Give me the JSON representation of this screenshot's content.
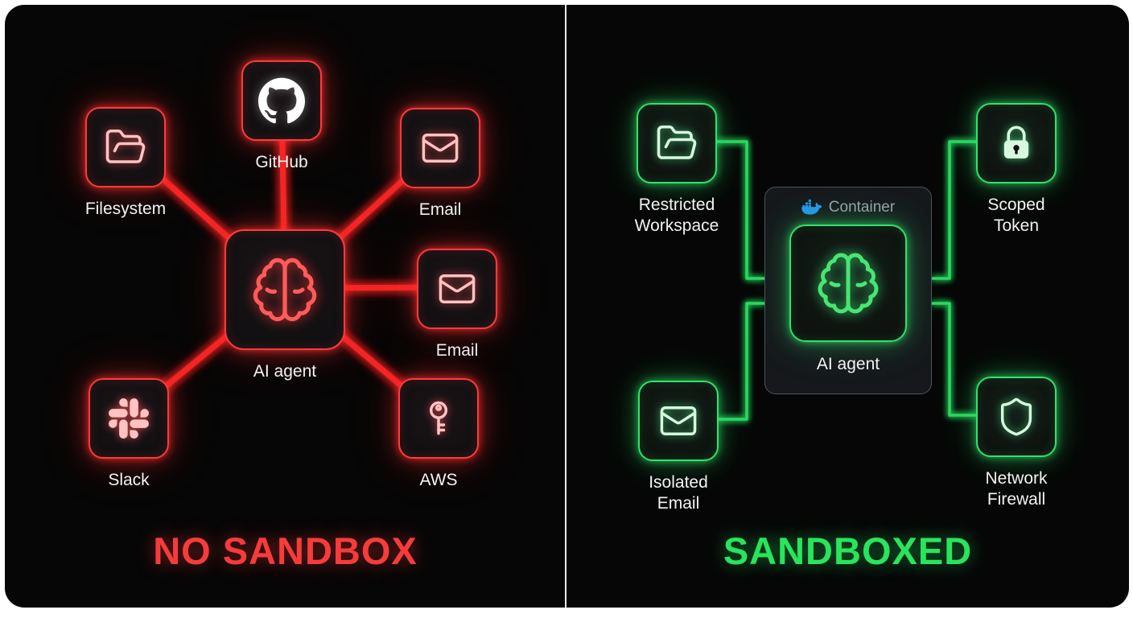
{
  "page": {
    "background": "#ffffff",
    "canvas_background": "#060606"
  },
  "left_panel": {
    "title": "NO SANDBOX",
    "accent_color": "#ff3b3b",
    "center_node": {
      "label": "AI agent",
      "icon": "brain-icon"
    },
    "nodes": [
      {
        "label": "Filesystem",
        "icon": "folder-open-icon"
      },
      {
        "label": "GitHub",
        "icon": "github-icon"
      },
      {
        "label": "Email",
        "icon": "envelope-icon"
      },
      {
        "label": "Email",
        "icon": "envelope-icon"
      },
      {
        "label": "Slack",
        "icon": "slack-icon"
      },
      {
        "label": "AWS",
        "icon": "key-icon"
      }
    ]
  },
  "right_panel": {
    "title": "SANDBOXED",
    "accent_color": "#2fe36a",
    "container": {
      "label": "Container",
      "icon": "docker-icon"
    },
    "center_node": {
      "label": "AI agent",
      "icon": "brain-icon"
    },
    "nodes": [
      {
        "label": "Restricted Workspace",
        "icon": "folder-open-icon"
      },
      {
        "label": "Scoped Token",
        "icon": "lock-icon"
      },
      {
        "label": "Isolated Email",
        "icon": "envelope-icon"
      },
      {
        "label": "Network Firewall",
        "icon": "shield-icon"
      }
    ]
  }
}
